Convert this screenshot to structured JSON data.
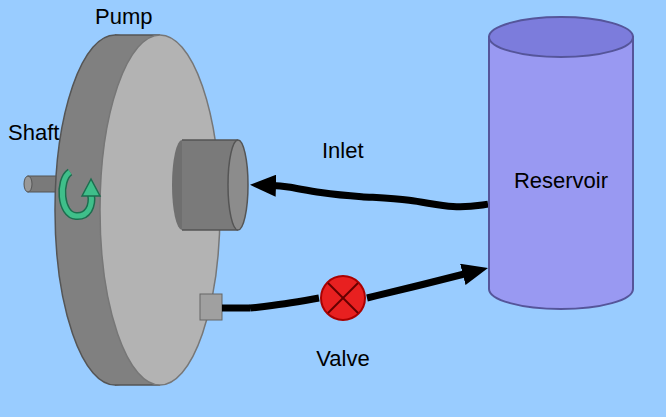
{
  "diagram": {
    "nodes": [
      {
        "text": [
          "Pump"
        ]
      },
      {
        "text": [
          "Reservoir"
        ]
      },
      {
        "text": [
          "Valve"
        ]
      }
    ],
    "edges": [
      {
        "from": 1,
        "to": 0,
        "arrow": "to",
        "label": "Inlet"
      },
      {
        "from": 0,
        "to": 2,
        "arrow": "none"
      },
      {
        "from": 2,
        "to": 1,
        "arrow": "to"
      }
    ],
    "labels": [
      "Shaft"
    ]
  }
}
